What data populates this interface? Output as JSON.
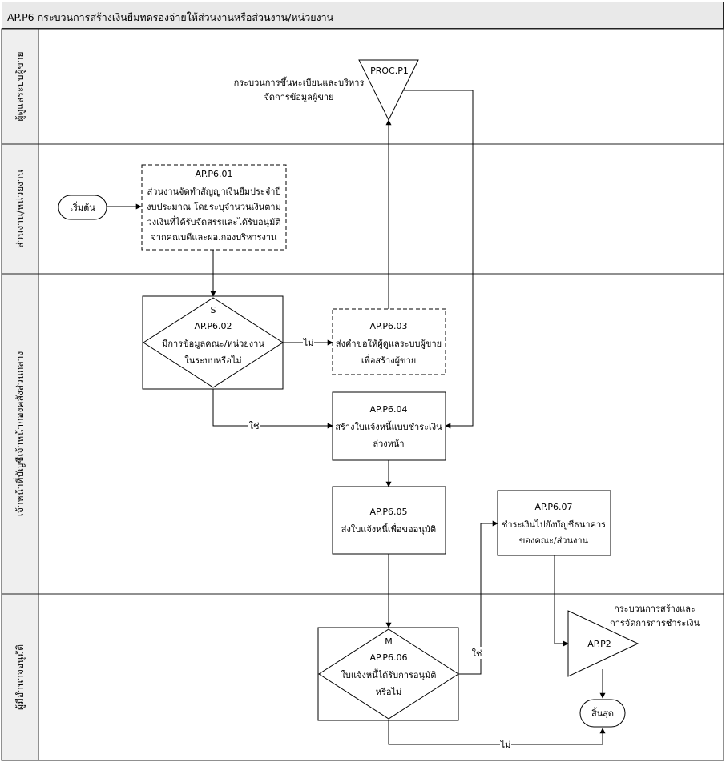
{
  "title": "AP.P6 กระบวนการสร้างเงินยืมทดรองจ่ายให้ส่วนงานหรือส่วนงาน/หน่วยงาน",
  "lanes": [
    {
      "id": "vendor-registration",
      "label": "ผู้ดูแลระบบผู้ขาย"
    },
    {
      "id": "unit",
      "label": "ส่วนงาน/หน่วยงาน"
    },
    {
      "id": "central-accounting",
      "label": "เจ้าหน้าที่บัญชีเจ้าหน้ากองคลังส่วนกลาง"
    },
    {
      "id": "approver",
      "label": "ผู้มีอำนาจอนุมัติ"
    }
  ],
  "nodes": {
    "start": {
      "text": "เริ่มต้น"
    },
    "end": {
      "text": "สิ้นสุด"
    },
    "proc_p1": {
      "code": "PROC.P1",
      "note": [
        "กระบวนการขึ้นทะเบียนและบริหาร",
        "จัดการข้อมูลผู้ขาย"
      ]
    },
    "p601": {
      "code": "AP.P6.01",
      "lines": [
        "ส่วนงานจัดทำสัญญาเงินยืมประจำปี",
        "งบประมาณ โดยระบุจำนวนเงินตาม",
        "วงเงินที่ได้รับจัดสรรและได้รับอนุมัติ",
        "จากคณบดีและผอ.กองบริหารงาน"
      ]
    },
    "p602": {
      "tag": "S",
      "code": "AP.P6.02",
      "lines": [
        "มีการข้อมูลคณะ/หน่วยงาน",
        "ในระบบหรือไม่"
      ]
    },
    "p603": {
      "code": "AP.P6.03",
      "lines": [
        "ส่งคำขอให้ผู้ดูแลระบบผู้ขาย",
        "เพื่อสร้างผู้ขาย"
      ]
    },
    "p604": {
      "code": "AP.P6.04",
      "lines": [
        "สร้างใบแจ้งหนี้แบบชำระเงิน",
        "ล่วงหน้า"
      ]
    },
    "p605": {
      "code": "AP.P6.05",
      "lines": [
        "ส่งใบแจ้งหนี้เพื่อขออนุมัติ"
      ]
    },
    "p606": {
      "tag": "M",
      "code": "AP.P6.06",
      "lines": [
        "ใบแจ้งหนี้ได้รับการอนุมัติ",
        "หรือไม่"
      ]
    },
    "p607": {
      "code": "AP.P6.07",
      "lines": [
        "ชำระเงินไปยังบัญชีธนาคาร",
        "ของคณะ/ส่วนงาน"
      ]
    },
    "ap_p2": {
      "code": "AP.P2",
      "note": [
        "กระบวนการสร้างและ",
        "การจัดการการชำระเงิน"
      ]
    }
  },
  "edge_labels": {
    "no_602": "ไม่",
    "yes_602": "ใช่",
    "yes_606": "ใช่",
    "no_606": "ไม่"
  }
}
